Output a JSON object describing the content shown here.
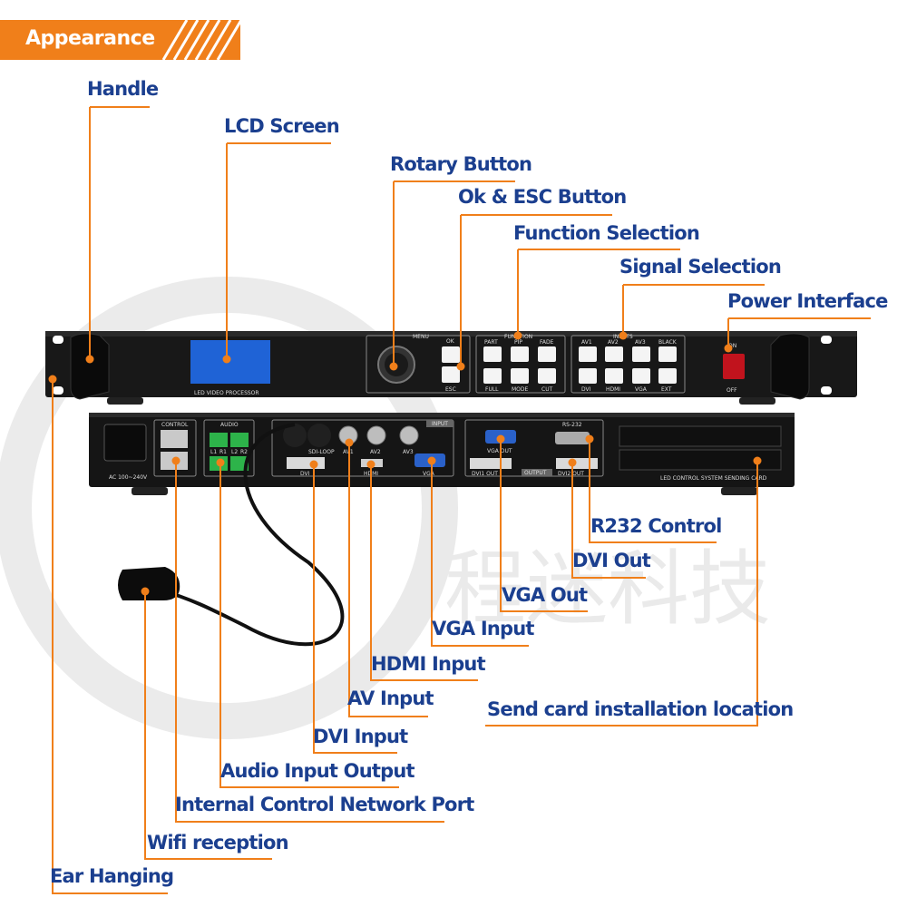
{
  "header": {
    "title": "Appearance"
  },
  "device": {
    "front_panel": {
      "lcd_caption": "LED VIDEO PROCESSOR",
      "menu_label": "MENU",
      "ok": "OK",
      "esc": "ESC",
      "function_label": "FUNCTION",
      "function_buttons": [
        "PART",
        "PIP",
        "FADE",
        "FULL",
        "MODE",
        "CUT"
      ],
      "inputs_label": "INPUTS",
      "input_buttons": [
        "AV1",
        "AV2",
        "AV3",
        "BLACK",
        "DVI",
        "HDMI",
        "VGA",
        "EXT"
      ],
      "power_on": "ON",
      "power_off": "OFF"
    },
    "rear_panel": {
      "ac_label": "AC 100~240V",
      "control_label": "CONTROL",
      "audio_label": "AUDIO",
      "audio_channels": [
        "L1",
        "R1",
        "L2",
        "R2"
      ],
      "input_label": "INPUT",
      "input_ports": [
        "SDI-LOOP",
        "AV1",
        "AV2",
        "AV3",
        "DVI",
        "HDMI",
        "VGA"
      ],
      "output_label": "OUTPUT",
      "output_ports": [
        "VGA OUT",
        "DVI1 OUT",
        "DVI2 OUT"
      ],
      "rs232_label": "RS-232",
      "send_card_label": "LED CONTROL SYSTEM SENDING CARD"
    }
  },
  "callouts": {
    "handle": "Handle",
    "lcd_screen": "LCD Screen",
    "rotary_button": "Rotary Button",
    "ok_esc_button": "Ok & ESC Button",
    "function_selection": "Function Selection",
    "signal_selection": "Signal Selection",
    "power_interface": "Power Interface",
    "r232_control": "R232 Control",
    "dvi_out": "DVI Out",
    "vga_out": "VGA Out",
    "vga_input": "VGA Input",
    "hdmi_input": "HDMI Input",
    "av_input": "AV Input",
    "send_card_location": "Send card installation location",
    "dvi_input": "DVI Input",
    "audio_input_output": "Audio Input Output",
    "internal_control_network_port": "Internal Control Network Port",
    "wifi_reception": "Wifi reception",
    "ear_hanging": "Ear Hanging"
  },
  "watermark": "程迷科技",
  "colors": {
    "accent": "#f07f1a",
    "label": "#1b3f8f",
    "lcd": "#1f63d6",
    "chassis": "#141414"
  }
}
